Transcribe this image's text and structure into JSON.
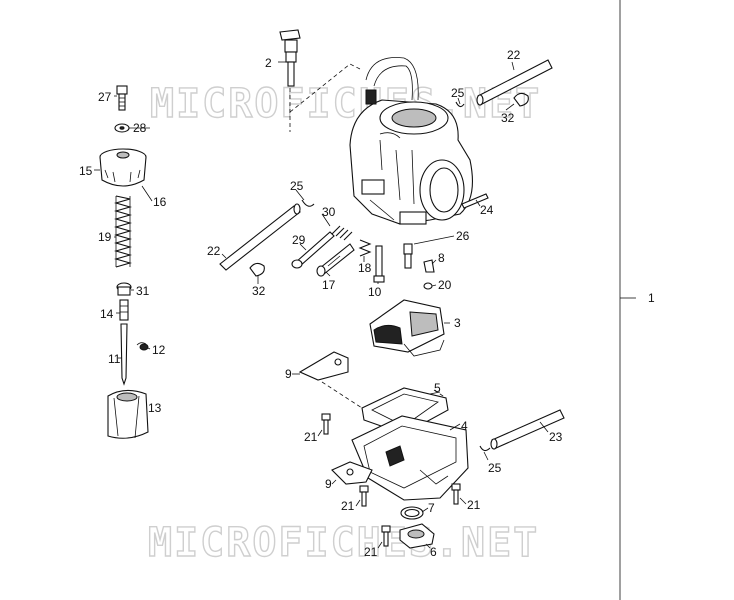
{
  "watermark": "MICROFICHES.NET",
  "callouts": [
    {
      "id": "c2",
      "text": "2"
    },
    {
      "id": "c27",
      "text": "27"
    },
    {
      "id": "c28",
      "text": "28"
    },
    {
      "id": "c15",
      "text": "15"
    },
    {
      "id": "c16",
      "text": "16"
    },
    {
      "id": "c19",
      "text": "19"
    },
    {
      "id": "c31",
      "text": "31"
    },
    {
      "id": "c14",
      "text": "14"
    },
    {
      "id": "c11",
      "text": "11"
    },
    {
      "id": "c12",
      "text": "12"
    },
    {
      "id": "c13",
      "text": "13"
    },
    {
      "id": "c22a",
      "text": "22"
    },
    {
      "id": "c25a",
      "text": "25"
    },
    {
      "id": "c32a",
      "text": "32"
    },
    {
      "id": "c25b",
      "text": "25"
    },
    {
      "id": "c24",
      "text": "24"
    },
    {
      "id": "c30",
      "text": "30"
    },
    {
      "id": "c22b",
      "text": "22"
    },
    {
      "id": "c29",
      "text": "29"
    },
    {
      "id": "c26",
      "text": "26"
    },
    {
      "id": "c8",
      "text": "8"
    },
    {
      "id": "c18",
      "text": "18"
    },
    {
      "id": "c17",
      "text": "17"
    },
    {
      "id": "c10",
      "text": "10"
    },
    {
      "id": "c20",
      "text": "20"
    },
    {
      "id": "c32b",
      "text": "32"
    },
    {
      "id": "c1",
      "text": "1"
    },
    {
      "id": "c3",
      "text": "3"
    },
    {
      "id": "c9a",
      "text": "9"
    },
    {
      "id": "c5",
      "text": "5"
    },
    {
      "id": "c4",
      "text": "4"
    },
    {
      "id": "c21a",
      "text": "21"
    },
    {
      "id": "c23",
      "text": "23"
    },
    {
      "id": "c25c",
      "text": "25"
    },
    {
      "id": "c9b",
      "text": "9"
    },
    {
      "id": "c21b",
      "text": "21"
    },
    {
      "id": "c7",
      "text": "7"
    },
    {
      "id": "c21c",
      "text": "21"
    },
    {
      "id": "c21d",
      "text": "21"
    },
    {
      "id": "c6",
      "text": "6"
    }
  ]
}
